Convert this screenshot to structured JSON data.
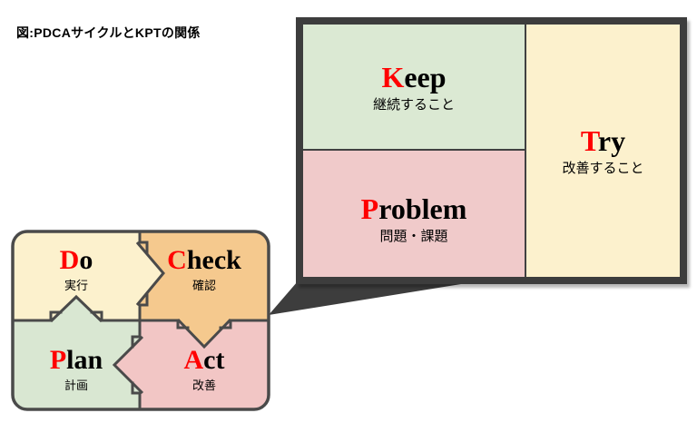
{
  "figure_title": "図:PDCAサイクルとKPTの関係",
  "colors": {
    "accent_red": "#ff0000",
    "text_black": "#000000",
    "kpt_frame": "#3d3d3d",
    "cycle_outline": "#4a4a4a",
    "background": "#ffffff"
  },
  "kpt_board": {
    "cells": [
      {
        "id": "keep",
        "initial": "K",
        "rest": "eep",
        "subtitle": "継続すること",
        "bg": "#dbe9d3"
      },
      {
        "id": "problem",
        "initial": "P",
        "rest": "roblem",
        "subtitle": "問題・課題",
        "bg": "#f0caca"
      },
      {
        "id": "try",
        "initial": "T",
        "rest": "ry",
        "subtitle": "改善すること",
        "bg": "#fcf1cd"
      }
    ]
  },
  "pdca_cycle": {
    "quadrants": [
      {
        "id": "do",
        "initial": "D",
        "rest": "o",
        "subtitle": "実行",
        "bg": "#fcf1cd"
      },
      {
        "id": "check",
        "initial": "C",
        "rest": "heck",
        "subtitle": "確認",
        "bg": "#f5c98e"
      },
      {
        "id": "plan",
        "initial": "P",
        "rest": "lan",
        "subtitle": "計画",
        "bg": "#d9e7d2"
      },
      {
        "id": "act",
        "initial": "A",
        "rest": "ct",
        "subtitle": "改善",
        "bg": "#f2c6c5"
      }
    ]
  }
}
